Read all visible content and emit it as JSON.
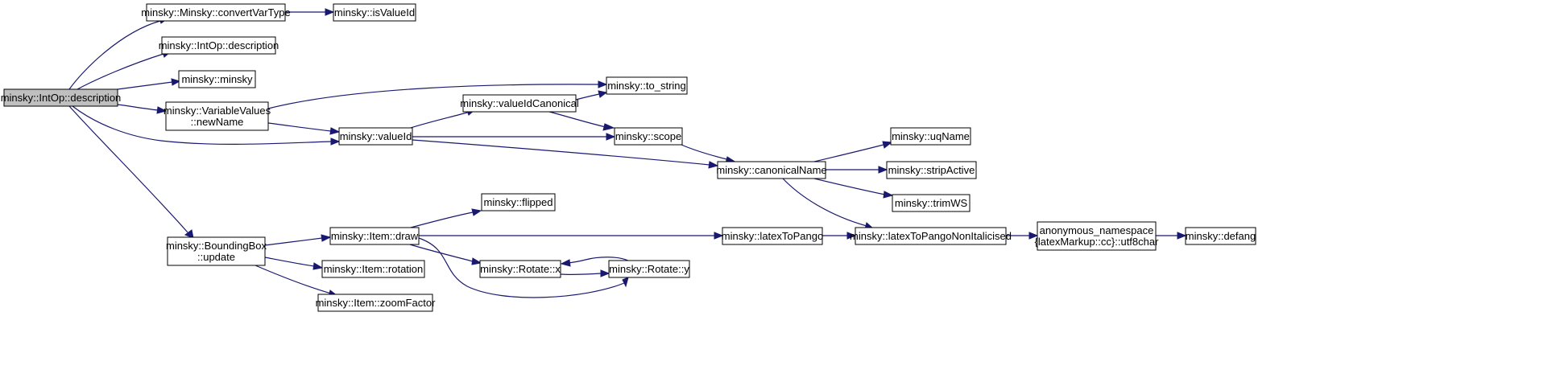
{
  "diagram": {
    "type": "call-graph",
    "colors": {
      "edge": "#191970",
      "node_fill": "#ffffff",
      "root_fill": "#bfbfbf",
      "node_border": "#000000"
    },
    "nodes": [
      {
        "id": "root",
        "lines": [
          "minsky::IntOp::description"
        ],
        "root": true
      },
      {
        "id": "convertVarType",
        "lines": [
          "minsky::Minsky::convertVarType"
        ]
      },
      {
        "id": "isValueId",
        "lines": [
          "minsky::isValueId"
        ]
      },
      {
        "id": "intopDesc",
        "lines": [
          "minsky::IntOp::description"
        ]
      },
      {
        "id": "minsky",
        "lines": [
          "minsky::minsky"
        ]
      },
      {
        "id": "toString",
        "lines": [
          "minsky::to_string"
        ]
      },
      {
        "id": "newName",
        "lines": [
          "minsky::VariableValues",
          "::newName"
        ]
      },
      {
        "id": "valueIdCanonical",
        "lines": [
          "minsky::valueIdCanonical"
        ]
      },
      {
        "id": "valueId",
        "lines": [
          "minsky::valueId"
        ]
      },
      {
        "id": "scope",
        "lines": [
          "minsky::scope"
        ]
      },
      {
        "id": "uqName",
        "lines": [
          "minsky::uqName"
        ]
      },
      {
        "id": "canonicalName",
        "lines": [
          "minsky::canonicalName"
        ]
      },
      {
        "id": "stripActive",
        "lines": [
          "minsky::stripActive"
        ]
      },
      {
        "id": "trimWS",
        "lines": [
          "minsky::trimWS"
        ]
      },
      {
        "id": "flipped",
        "lines": [
          "minsky::flipped"
        ]
      },
      {
        "id": "bboxUpdate",
        "lines": [
          "minsky::BoundingBox",
          "::update"
        ]
      },
      {
        "id": "itemDraw",
        "lines": [
          "minsky::Item::draw"
        ]
      },
      {
        "id": "latexToPango",
        "lines": [
          "minsky::latexToPango"
        ]
      },
      {
        "id": "latexNonItal",
        "lines": [
          "minsky::latexToPangoNonItalicised"
        ]
      },
      {
        "id": "utf8char",
        "lines": [
          "anonymous_namespace",
          "{latexMarkup::cc}::utf8char"
        ]
      },
      {
        "id": "defang",
        "lines": [
          "minsky::defang"
        ]
      },
      {
        "id": "itemRotation",
        "lines": [
          "minsky::Item::rotation"
        ]
      },
      {
        "id": "rotateX",
        "lines": [
          "minsky::Rotate::x"
        ]
      },
      {
        "id": "rotateY",
        "lines": [
          "minsky::Rotate::y"
        ]
      },
      {
        "id": "zoomFactor",
        "lines": [
          "minsky::Item::zoomFactor"
        ]
      }
    ],
    "edges": [
      {
        "from": "root",
        "to": "convertVarType"
      },
      {
        "from": "convertVarType",
        "to": "isValueId"
      },
      {
        "from": "root",
        "to": "intopDesc"
      },
      {
        "from": "root",
        "to": "minsky"
      },
      {
        "from": "root",
        "to": "newName"
      },
      {
        "from": "root",
        "to": "valueId"
      },
      {
        "from": "root",
        "to": "bboxUpdate"
      },
      {
        "from": "newName",
        "to": "toString"
      },
      {
        "from": "newName",
        "to": "valueId"
      },
      {
        "from": "valueId",
        "to": "valueIdCanonical"
      },
      {
        "from": "valueId",
        "to": "scope"
      },
      {
        "from": "valueId",
        "to": "canonicalName"
      },
      {
        "from": "valueIdCanonical",
        "to": "toString"
      },
      {
        "from": "valueIdCanonical",
        "to": "scope"
      },
      {
        "from": "scope",
        "to": "canonicalName"
      },
      {
        "from": "canonicalName",
        "to": "uqName"
      },
      {
        "from": "canonicalName",
        "to": "stripActive"
      },
      {
        "from": "canonicalName",
        "to": "trimWS"
      },
      {
        "from": "canonicalName",
        "to": "latexNonItal"
      },
      {
        "from": "bboxUpdate",
        "to": "itemDraw"
      },
      {
        "from": "bboxUpdate",
        "to": "itemRotation"
      },
      {
        "from": "bboxUpdate",
        "to": "zoomFactor"
      },
      {
        "from": "itemDraw",
        "to": "flipped"
      },
      {
        "from": "itemDraw",
        "to": "latexToPango"
      },
      {
        "from": "itemDraw",
        "to": "rotateX"
      },
      {
        "from": "itemDraw",
        "to": "rotateY"
      },
      {
        "from": "latexToPango",
        "to": "latexNonItal"
      },
      {
        "from": "latexNonItal",
        "to": "utf8char"
      },
      {
        "from": "utf8char",
        "to": "defang"
      },
      {
        "from": "rotateX",
        "to": "rotateY"
      },
      {
        "from": "rotateY",
        "to": "rotateX"
      }
    ]
  }
}
